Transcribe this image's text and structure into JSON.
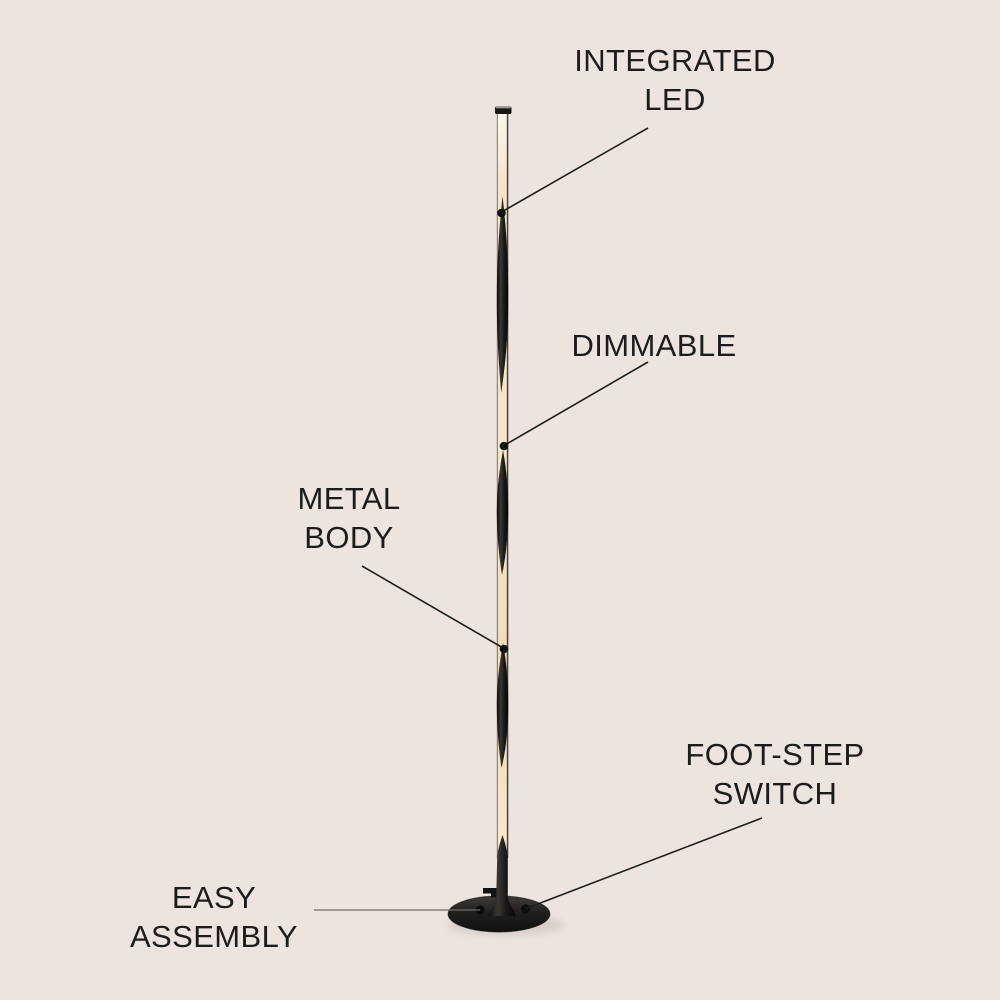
{
  "colors": {
    "background": "#ede4e0",
    "text": "#1c1c1c",
    "leader_line": "#1d1d1d",
    "leader_line_light": "#6e6a67",
    "dot": "#121212",
    "lamp_metal_dark": "#141414",
    "led_warm_white": "#f5e6ca",
    "base_dark": "#1c1a19"
  },
  "callouts": [
    {
      "id": "integrated-led",
      "lines": [
        "INTEGRATED",
        "LED"
      ]
    },
    {
      "id": "dimmable",
      "lines": [
        "DIMMABLE"
      ]
    },
    {
      "id": "metal-body",
      "lines": [
        "METAL",
        "BODY"
      ]
    },
    {
      "id": "foot-step-switch",
      "lines": [
        "FOOT-STEP",
        "SWITCH"
      ]
    },
    {
      "id": "easy-assembly",
      "lines": [
        "EASY",
        "ASSEMBLY"
      ]
    }
  ]
}
